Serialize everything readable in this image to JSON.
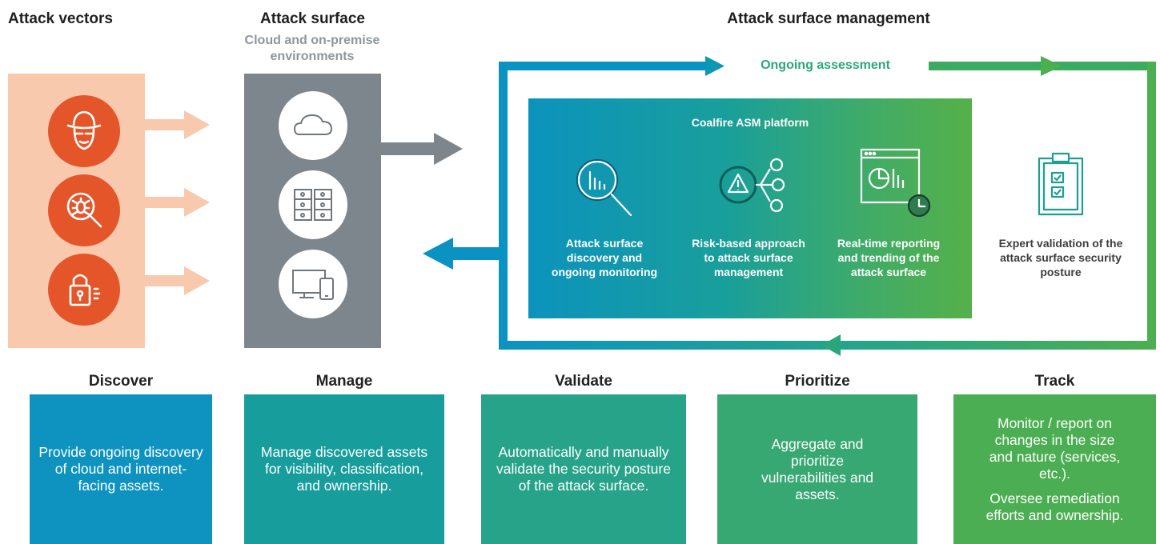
{
  "headers": {
    "vectors": "Attack vectors",
    "surface": "Attack surface",
    "surface_sub": "Cloud and on-premise environments",
    "management": "Attack surface management"
  },
  "ongoing_label": "Ongoing assessment",
  "platform": {
    "title": "Coalfire ASM platform",
    "items": [
      {
        "icon": "magnifier-chart-icon",
        "label": "Attack surface discovery and ongoing monitoring"
      },
      {
        "icon": "risk-network-icon",
        "label": "Risk-based approach to attack surface management"
      },
      {
        "icon": "report-clock-icon",
        "label": "Real-time reporting and trending of the attack surface"
      }
    ]
  },
  "expert": {
    "icon": "clipboard-checklist-icon",
    "label": "Expert validation of the attack surface security posture"
  },
  "vector_icons": [
    "hacker-icon",
    "bug-search-icon",
    "lock-phone-icon"
  ],
  "surface_icons": [
    "cloud-icon",
    "server-rack-icon",
    "devices-icon"
  ],
  "steps": [
    {
      "title": "Discover",
      "text": "Provide ongoing discovery of cloud and internet-facing assets.",
      "color": "#0e93c0"
    },
    {
      "title": "Manage",
      "text": "Manage discovered assets for visibility, classification, and ownership.",
      "color": "#179d9c"
    },
    {
      "title": "Validate",
      "text": "Automatically and manually validate the security posture of the attack surface.",
      "color": "#26a389"
    },
    {
      "title": "Prioritize",
      "text": "Aggregate and prioritize vulnerabilities and assets.",
      "color": "#38a872"
    },
    {
      "title": "Track",
      "text": "Monitor / report on changes in the size and nature (services, etc.).",
      "text2": "Oversee remediation efforts and ownership.",
      "color": "#4cae52"
    }
  ],
  "colors": {
    "vector_bg": "#f8c9ad",
    "vector_circle": "#e4562a",
    "surface_bg": "#7d868c",
    "loop_blue": "#0a93c2",
    "loop_green": "#4caf50",
    "platform_teal": "#199f9a"
  }
}
